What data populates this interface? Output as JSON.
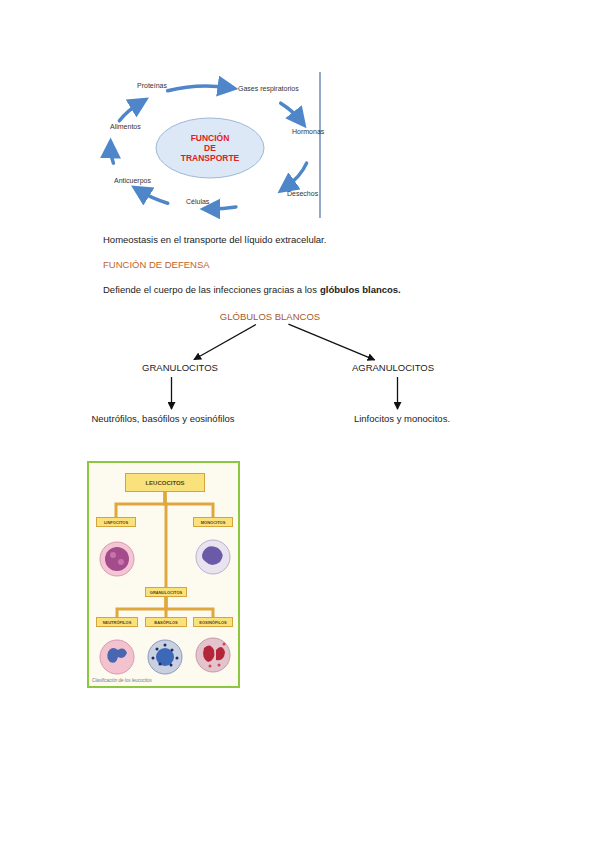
{
  "diagram": {
    "nodes": [
      {
        "text": [
          "FUNCIÓN DE TRANSPORTE"
        ]
      },
      {
        "text": [
          "GLÓBULOS BLANCOS"
        ]
      },
      {
        "text": [
          "GRANULOCITOS"
        ]
      },
      {
        "text": [
          "AGRANULOCITOS"
        ]
      },
      {
        "text": [
          "Neutrófilos, basófilos y eosinófilos"
        ]
      },
      {
        "text": [
          "Linfocitos y monocitos."
        ]
      },
      {
        "text": [
          "Clasificación de los leucocitos"
        ]
      },
      {
        "text": [
          "LEUCOCITOS"
        ],
        "in": 6
      },
      {
        "text": [
          "LINFOCITOS"
        ],
        "in": 6
      },
      {
        "text": [
          "MONOCITOS"
        ],
        "in": 6
      },
      {
        "text": [
          "GRANULOCITOS"
        ],
        "in": 6
      },
      {
        "text": [
          "NEUTRÓFILOS"
        ],
        "in": 6
      },
      {
        "text": [
          "BASÓFILOS"
        ],
        "in": 6
      },
      {
        "text": [
          "EOSINÓFILOS"
        ],
        "in": 6
      }
    ],
    "edges": [
      {
        "from": 1,
        "to": 2,
        "arrow": "to"
      },
      {
        "from": 1,
        "to": 3,
        "arrow": "to"
      },
      {
        "from": 2,
        "to": 4,
        "arrow": "to"
      },
      {
        "from": 3,
        "to": 5,
        "arrow": "to"
      },
      {
        "from": 7,
        "to": 8,
        "arrow": "none"
      },
      {
        "from": 7,
        "to": 9,
        "arrow": "none"
      },
      {
        "from": 7,
        "to": 10,
        "arrow": "none"
      },
      {
        "from": 10,
        "to": 11,
        "arrow": "none"
      },
      {
        "from": 10,
        "to": 12,
        "arrow": "none"
      },
      {
        "from": 10,
        "to": 13,
        "arrow": "none"
      }
    ],
    "labels": [
      "Proteínas",
      "Gases respiratorios",
      "Hormonas",
      "Desechos",
      "Células",
      "Anticuerpos",
      "Alimentos",
      "Homeostasis en el transporte del líquido extracelular.",
      "FUNCIÓN DE DEFENSA",
      "Defiende el cuerpo de las infecciones gracias a los",
      "glóbulos blancos."
    ]
  }
}
